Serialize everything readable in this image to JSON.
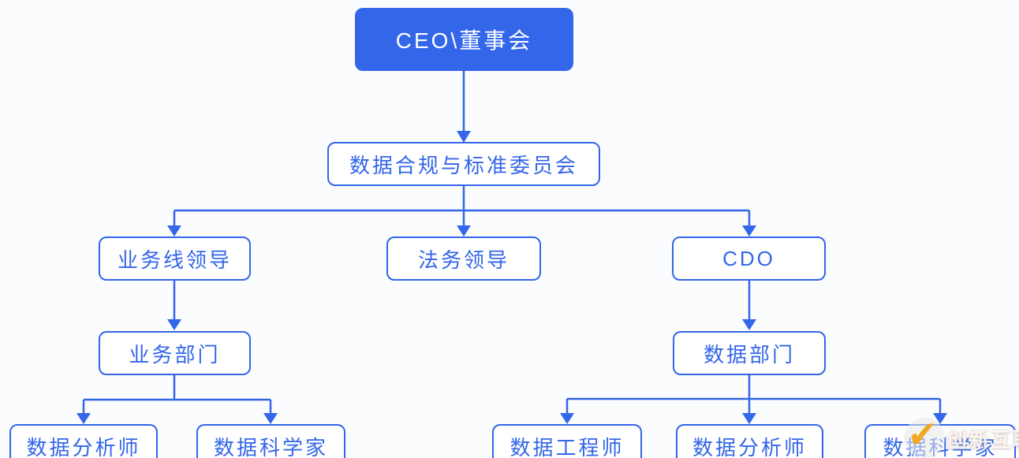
{
  "colors": {
    "primary_blue": "#3366e8",
    "background": "#fbfcfd",
    "filled_node_text": "#ffffff",
    "watermark_orange": "#f0a81c"
  },
  "org_chart": {
    "type": "organization-chart",
    "nodes": {
      "ceo": "CEO\\董事会",
      "committee": "数据合规与标准委员会",
      "business_line_lead": "业务线领导",
      "legal_lead": "法务领导",
      "cdo": "CDO",
      "business_dept": "业务部门",
      "data_dept": "数据部门",
      "biz_data_analyst": "数据分析师",
      "biz_data_scientist": "数据科学家",
      "data_engineer": "数据工程师",
      "dept_data_analyst": "数据分析师",
      "dept_data_scientist": "数据科学家"
    },
    "edges": [
      {
        "from": "ceo",
        "to": "committee"
      },
      {
        "from": "committee",
        "to": "business_line_lead"
      },
      {
        "from": "committee",
        "to": "legal_lead"
      },
      {
        "from": "committee",
        "to": "cdo"
      },
      {
        "from": "business_line_lead",
        "to": "business_dept"
      },
      {
        "from": "cdo",
        "to": "data_dept"
      },
      {
        "from": "business_dept",
        "to": "biz_data_analyst"
      },
      {
        "from": "business_dept",
        "to": "biz_data_scientist"
      },
      {
        "from": "data_dept",
        "to": "data_engineer"
      },
      {
        "from": "data_dept",
        "to": "dept_data_analyst"
      },
      {
        "from": "data_dept",
        "to": "dept_data_scientist"
      }
    ]
  },
  "watermark": {
    "text": "创新互联",
    "logo": "check-swoosh-icon"
  }
}
